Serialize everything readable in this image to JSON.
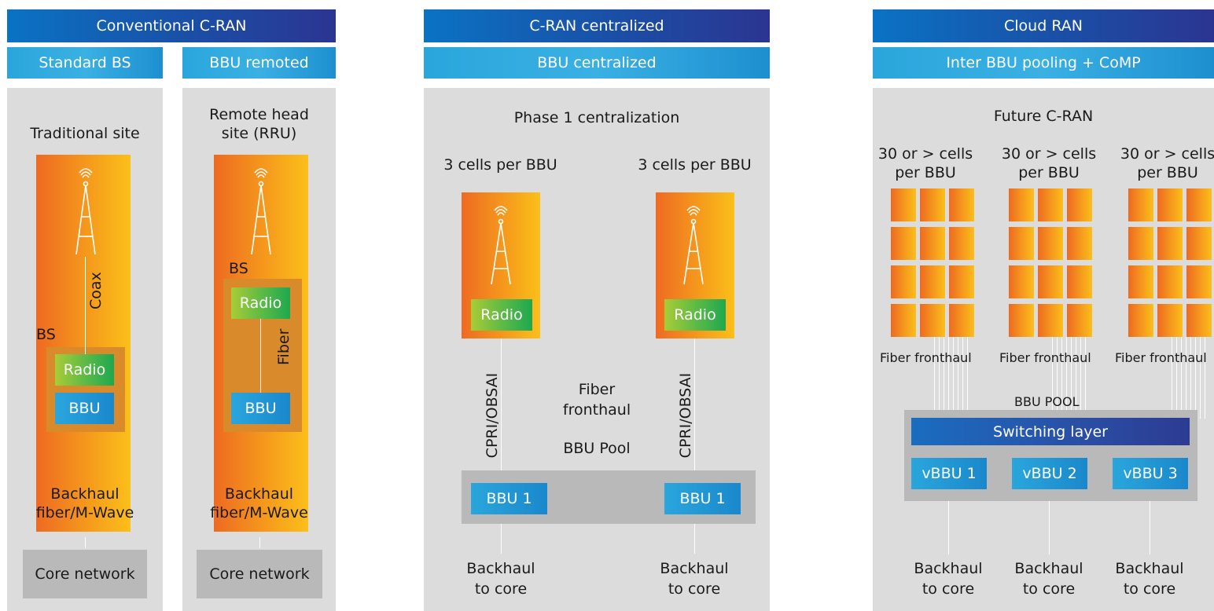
{
  "colors": {
    "header_dark": "#1a4fa6",
    "header_light": "#2aa6dc",
    "panel": "#dcdcdc",
    "orange": "#f59a1c",
    "radio_green": "#58b947",
    "bbu_blue": "#1a88cc",
    "core_gray": "#b9b9b9"
  },
  "conventional": {
    "title": "Conventional C-RAN",
    "standard": {
      "header": "Standard BS",
      "site": "Traditional site",
      "coax": "Coax",
      "bs": "BS",
      "radio": "Radio",
      "bbu": "BBU",
      "backhaul_line1": "Backhaul",
      "backhaul_line2": "fiber/M-Wave",
      "core": "Core network",
      "icon": "antenna-tower-icon"
    },
    "remoted": {
      "header": "BBU remoted",
      "site_line1": "Remote head",
      "site_line2": "site (RRU)",
      "bs": "BS",
      "radio": "Radio",
      "fiber": "Fiber",
      "bbu": "BBU",
      "backhaul_line1": "Backhaul",
      "backhaul_line2": "fiber/M-Wave",
      "core": "Core network",
      "icon": "antenna-tower-icon"
    }
  },
  "centralized": {
    "title": "C-RAN centralized",
    "subtitle": "BBU centralized",
    "phase": "Phase 1 centralization",
    "cells_left": "3 cells per BBU",
    "cells_right": "3 cells per BBU",
    "radio_left": "Radio",
    "radio_right": "Radio",
    "cpri_left": "CPRI/OBSAI",
    "cpri_right": "CPRI/OBSAI",
    "fiber_line1": "Fiber",
    "fiber_line2": "fronthaul",
    "pool": "BBU Pool",
    "bbu_left": "BBU 1",
    "bbu_right": "BBU 1",
    "backhaul_left_line1": "Backhaul",
    "backhaul_left_line2": "to core",
    "backhaul_right_line1": "Backhaul",
    "backhaul_right_line2": "to core",
    "icon": "antenna-tower-icon"
  },
  "cloud": {
    "title": "Cloud RAN",
    "subtitle": "Inter BBU pooling + CoMP",
    "future": "Future C-RAN",
    "groups": [
      {
        "line1": "30 or > cells",
        "line2": "per BBU",
        "fronthaul": "Fiber fronthaul"
      },
      {
        "line1": "30 or > cells",
        "line2": "per BBU",
        "fronthaul": "Fiber fronthaul"
      },
      {
        "line1": "30 or > cells",
        "line2": "per BBU",
        "fronthaul": "Fiber fronthaul"
      }
    ],
    "pool_label": "BBU POOL",
    "switching": "Switching layer",
    "vbbus": [
      "vBBU 1",
      "vBBU 2",
      "vBBU 3"
    ],
    "backhauls": [
      {
        "line1": "Backhaul",
        "line2": "to core"
      },
      {
        "line1": "Backhaul",
        "line2": "to core"
      },
      {
        "line1": "Backhaul",
        "line2": "to core"
      }
    ]
  }
}
